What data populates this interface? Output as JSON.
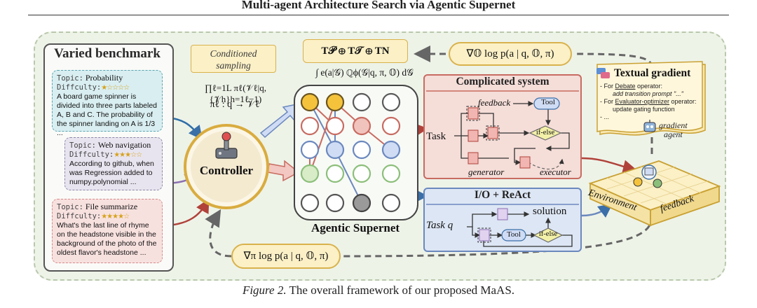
{
  "header": {
    "title": "Multi-agent Architecture Search via Agentic Supernet"
  },
  "benchmark": {
    "title": "Varied benchmark",
    "topic_key": "Topic:",
    "difficulty_key": "Diffculty:",
    "cards": [
      {
        "topic": "Probability",
        "stars": "★☆☆☆☆",
        "text": "A board game spinner is divided into three parts labeled A, B and C. The probability of the spinner landing on A is 1/3 ..."
      },
      {
        "topic": "Web navigation",
        "stars": "★★★☆☆",
        "text": "According to github, when was Regression added to numpy.polynomial ..."
      },
      {
        "topic": "File summarize",
        "stars": "★★★★☆",
        "text": "What's the last line of rhyme on the headstone visible in the background of the photo of the oldest flavor's headstone ..."
      }
    ]
  },
  "sampling": {
    "label_line1": "Conditioned",
    "label_line2": "sampling",
    "formula_1": "∏ℓ=1L πℓ(𝒱ℓ|q, {𝒱h}h=1ℓ−1)",
    "formula_2": "πℓ : q → 𝒱ℓ"
  },
  "controller": {
    "label": "Controller"
  },
  "supernet": {
    "label": "Agentic Supernet",
    "integral": "∫ e(a|𝒢) ℚϕ(𝒢|q, π, 𝕆) d𝒢",
    "t_formula": "T𝒫 ⊕ T𝒯 ⊕ TN"
  },
  "gradients": {
    "top": "∇𝕆 log p(a | q, 𝕆, π)",
    "bottom": "∇π log p(a | q, 𝕆, π)"
  },
  "complicated_system": {
    "title": "Complicated system",
    "task": "Task",
    "feedback": "feedback",
    "tool": "Tool",
    "if_else": "if-else",
    "generator": "generator",
    "executor": "executor"
  },
  "react": {
    "title": "I/O + ReAct",
    "task": "Task q",
    "solution": "solution",
    "tool": "Tool",
    "if_else": "if-else"
  },
  "textual_gradient": {
    "title": "Textual gradient",
    "line1_prefix": "- For ",
    "line1_op": "Debate",
    "line1_suffix": " operator:",
    "line2": "add transition prompt \"...\"",
    "line3_prefix": "- For ",
    "line3_op": "Evaluator-optimizer",
    "line3_suffix": " operator:",
    "line4": "update gating function",
    "line5": "- ...",
    "agent_line1": "gradient",
    "agent_line2": "agent"
  },
  "environment": {
    "label": "Environment",
    "feedback": "feedback"
  },
  "caption": {
    "figure": "Figure 2.",
    "text": " The overall framework of our proposed MaAS."
  },
  "colors": {
    "gold": "#d9ac3f",
    "red": "#c86b61",
    "blue": "#6b88be",
    "green": "#8cbf7a",
    "panel": "#eef3e8"
  }
}
